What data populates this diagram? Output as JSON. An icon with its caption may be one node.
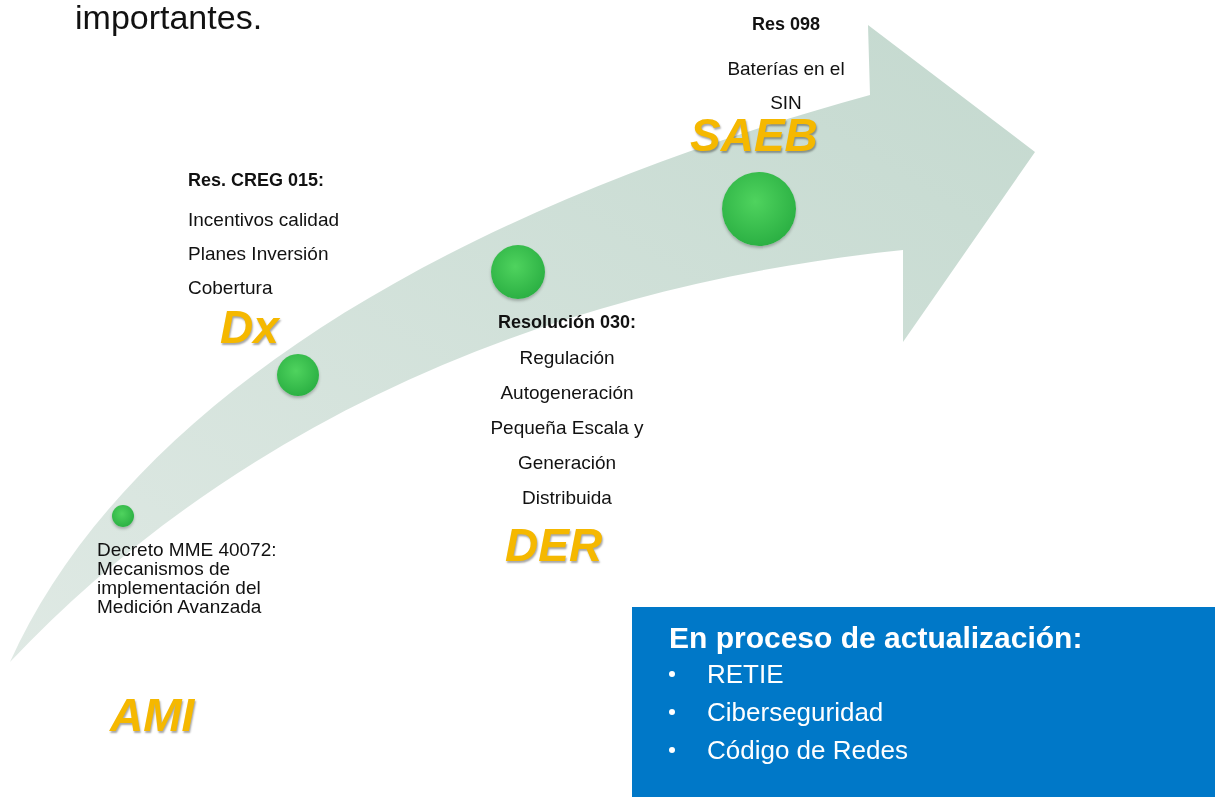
{
  "diagram": {
    "title": "importantes.",
    "nodes": [
      {
        "text": [],
        "shape": "circle",
        "beside": [
          "Decreto MME 40072: Mecanismos de implementación del Medición Avanzada",
          "AMI"
        ]
      },
      {
        "text": [],
        "shape": "circle",
        "beside": [
          "Res. CREG 015:",
          "Incentivos calidad Planes Inversión Cobertura",
          "Dx"
        ]
      },
      {
        "text": [],
        "shape": "circle",
        "beside": [
          "Resolución 030:",
          "Regulación Autogeneración Pequeña Escala y Generación Distribuida",
          "DER"
        ]
      },
      {
        "text": [],
        "shape": "circle",
        "beside": [
          "Res 098",
          "Baterías en el SIN",
          "SAEB"
        ]
      },
      {
        "text": [
          "En proceso de actualización:",
          "RETIE",
          "Ciberseguridad",
          "Código de Redes"
        ]
      }
    ]
  }
}
